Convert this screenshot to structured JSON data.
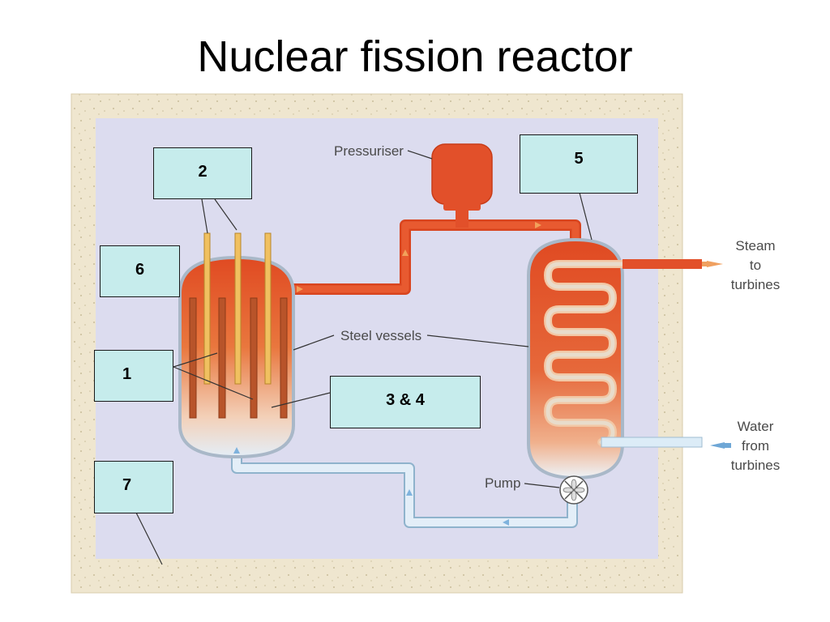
{
  "title": "Nuclear fission reactor",
  "diagram_labels": {
    "pressuriser": "Pressuriser",
    "steel_vessels": "Steel vessels",
    "pump": "Pump",
    "steam_line1": "Steam",
    "steam_line2": "to",
    "steam_line3": "turbines",
    "water_line1": "Water",
    "water_line2": "from",
    "water_line3": "turbines"
  },
  "answer_boxes": {
    "box_2": "2",
    "box_5": "5",
    "box_6": "6",
    "box_1": "1",
    "box_3_4": "3 & 4",
    "box_7": "7"
  },
  "colors": {
    "concrete_shield": "#efe6cf",
    "chamber_bg": "#dcdcef",
    "hot_coolant": "#e2502a",
    "cold_coolant": "#dcecf7",
    "control_rod": "#f0c060",
    "fuel_rod": "#b8542a",
    "label_box": "#c6ecec"
  }
}
